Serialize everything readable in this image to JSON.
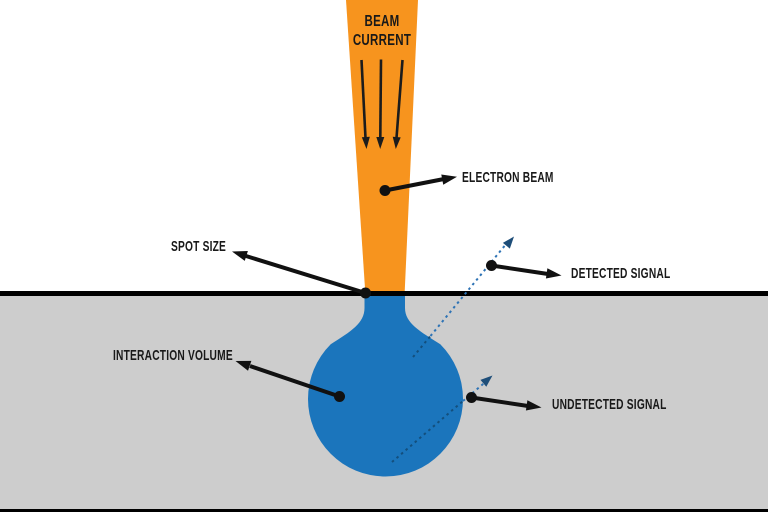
{
  "diagram": {
    "labels": {
      "beam_current_line1": "BEAM",
      "beam_current_line2": "CURRENT",
      "electron_beam": "ELECTRON BEAM",
      "spot_size": "SPOT SIZE",
      "interaction_volume": "INTERACTION VOLUME",
      "detected_signal": "DETECTED SIGNAL",
      "undetected_signal": "UNDETECTED SIGNAL"
    },
    "colors": {
      "beam_orange": "#F7941E",
      "volume_blue": "#1B75BC",
      "substrate_gray": "#CDCDCD",
      "surface_black": "#000000",
      "signal_steel_blue": "#2E73B5",
      "signal_navy": "#1E4E79",
      "signal_dash_in_volume": "#134F7D",
      "ink": "#191919"
    }
  }
}
